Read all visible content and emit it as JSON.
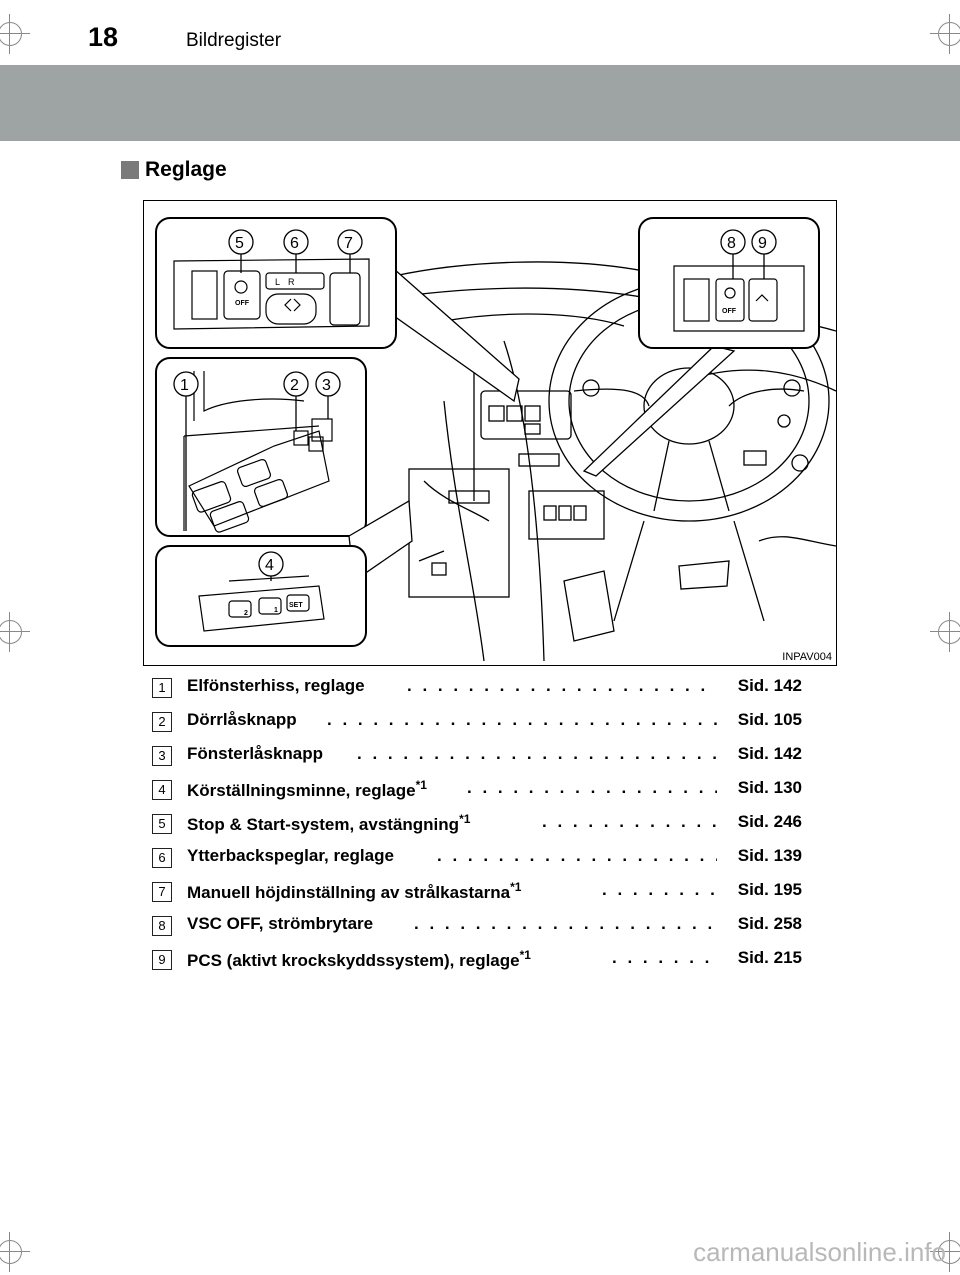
{
  "header": {
    "page_number": "18",
    "section_title": "Bildregister"
  },
  "heading": {
    "text": "Reglage"
  },
  "figure": {
    "code": "INPAV004",
    "callouts": [
      "1",
      "2",
      "3",
      "4",
      "5",
      "6",
      "7",
      "8",
      "9"
    ],
    "switch_labels": {
      "off": "OFF",
      "set": "SET",
      "mirror_l": "L",
      "mirror_r": "R",
      "mem1": "1",
      "mem2": "2"
    }
  },
  "items": [
    {
      "num": "1",
      "label": "Elfönsterhiss, reglage",
      "sup": "",
      "ref": "Sid. 142"
    },
    {
      "num": "2",
      "label": "Dörrlåsknapp",
      "sup": "",
      "ref": "Sid. 105"
    },
    {
      "num": "3",
      "label": "Fönsterlåsknapp",
      "sup": "",
      "ref": "Sid. 142"
    },
    {
      "num": "4",
      "label": "Körställningsminne, reglage",
      "sup": "*1",
      "ref": "Sid. 130"
    },
    {
      "num": "5",
      "label": "Stop & Start-system, avstängning",
      "sup": "*1",
      "ref": "Sid. 246"
    },
    {
      "num": "6",
      "label": "Ytterbackspeglar, reglage",
      "sup": "",
      "ref": "Sid. 139"
    },
    {
      "num": "7",
      "label": "Manuell höjdinställning av strålkastarna",
      "sup": "*1",
      "ref": "Sid. 195"
    },
    {
      "num": "8",
      "label": "VSC OFF, strömbrytare",
      "sup": "",
      "ref": "Sid. 258"
    },
    {
      "num": "9",
      "label": "PCS (aktivt krockskyddssystem), reglage",
      "sup": "*1",
      "ref": "Sid. 215"
    }
  ],
  "watermark": "carmanualsonline.info"
}
